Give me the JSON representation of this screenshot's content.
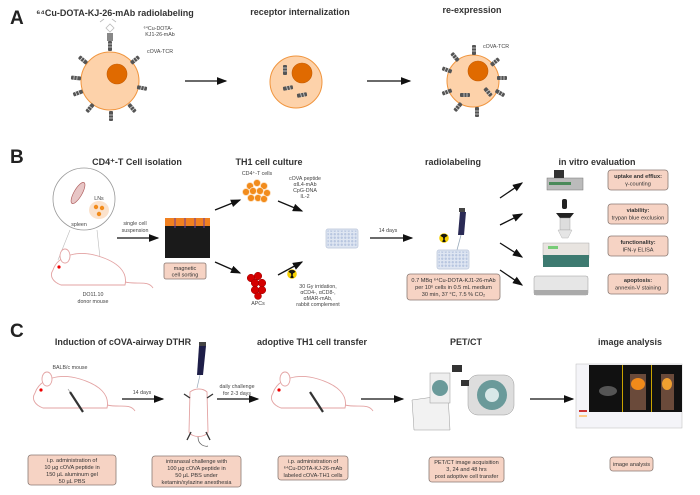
{
  "panel_a": {
    "label": "A",
    "title_radiolabeling": "⁶⁴Cu-DOTA-KJ-26-mAb radiolabeling",
    "title_internalization": "receptor internalization",
    "title_reexpression": "re-expression",
    "antibody_label_line1": "⁶⁴Cu-DOTA-",
    "antibody_label_line2": "KJ1-26-mAb",
    "tcr_label": "cOVA-TCR",
    "tcr_label_reexpression": "cOVA-TCR"
  },
  "panel_b": {
    "label": "B",
    "title_isolation": "CD4⁺-T Cell isolation",
    "title_culture": "TH1 cell culture",
    "title_radiolabeling": "radiolabeling",
    "title_evaluation": "in vitro evaluation",
    "lns_label": "LNs",
    "spleen_label": "spleen",
    "mouse_label_line1": "DO11.10",
    "mouse_label_line2": "donor mouse",
    "suspension_line1": "single cell",
    "suspension_line2": "suspension",
    "sorting_line1": "magnetic",
    "sorting_line2": "cell sorting",
    "cd4_cells_label": "CD4⁺-T cells",
    "culture_reagents": [
      "cOVA peptide",
      "αIL4-mAb",
      "CpG-DNA",
      "IL-2"
    ],
    "apcs_label": "APCs",
    "apc_treatment": [
      "30 Gy irridation,",
      "αCD4-, αCD8-,",
      "αMAR-mAb,",
      "rabbit complement"
    ],
    "days_label": "14 days",
    "radiolabeling_conditions": [
      "0.7 MBq ⁶⁴Cu-DOTA-KJ1-26-mAb",
      "per 10⁶ cells in 0.5 mL medium",
      "30 min, 37 °C, 7.5 % CO₂"
    ],
    "evaluations": [
      {
        "title": "uptake and efflux:",
        "method": "γ-counting"
      },
      {
        "title": "viability:",
        "method": "trypan blue exclusion"
      },
      {
        "title": "functionality:",
        "method": "IFN-γ ELISA"
      },
      {
        "title": "apoptosis:",
        "method": "annexin-V staining"
      }
    ]
  },
  "panel_c": {
    "label": "C",
    "title_induction": "Induction of cOVA-airway DTHR",
    "title_transfer": "adoptive TH1 cell transfer",
    "title_petct": "PET/CT",
    "title_analysis": "image analysis",
    "mouse_label": "BALB/c mouse",
    "days_label": "14 days",
    "challenge_line1": "daily challenge",
    "challenge_line2": "for 2-3 days",
    "box_ip": [
      "i.p. administration of",
      "10 µg cOVA peptide in",
      "150 µL aluminum gel",
      "50 µL PBS"
    ],
    "box_intranasal": [
      "intranasal challenge with",
      "100 µg cOVA peptide in",
      "50 µL PBS under",
      "ketamin/xylazine anesthesia"
    ],
    "box_transfer": [
      "i.p. administration of",
      "⁶⁴Cu-DOTA-KJ-26-mAb",
      "labeled cOVA-TH1 cells"
    ],
    "box_petct": [
      "PET/CT image acquisition",
      "3, 24 and 48 hrs",
      "post adoptive cell transfer"
    ],
    "box_analysis": "image analysis"
  },
  "colors": {
    "cell_fill": "#fdd2aa",
    "nucleus": "#e06a00",
    "box_fill": "#f6d3c4",
    "apc_red": "#d40000",
    "radiation_yellow": "#f5d000"
  }
}
